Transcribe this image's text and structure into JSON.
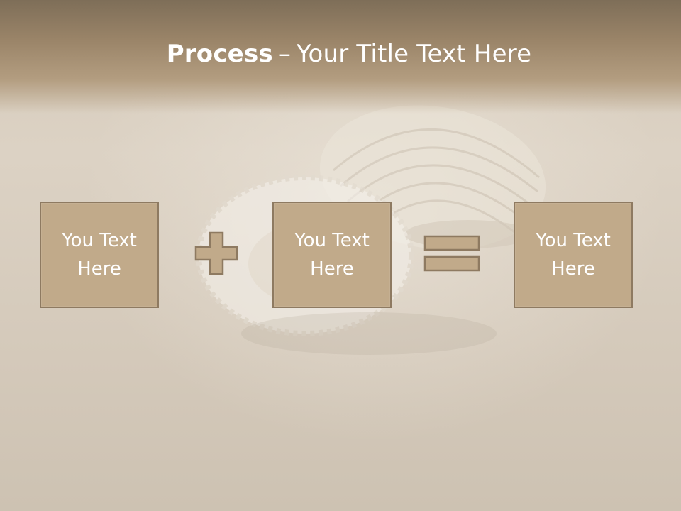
{
  "slide": {
    "title_bold": "Process",
    "title_dash": "–",
    "title_rest": "Your Title Text Here",
    "boxes": [
      {
        "label": "You Text Here"
      },
      {
        "label": "You Text Here"
      },
      {
        "label": "You Text Here"
      }
    ],
    "operators": [
      "plus-icon",
      "equals-icon"
    ]
  },
  "colors": {
    "box_fill": "#c1aa8a",
    "box_border": "#8e7a61",
    "header": "#8a775e",
    "text": "#ffffff"
  }
}
